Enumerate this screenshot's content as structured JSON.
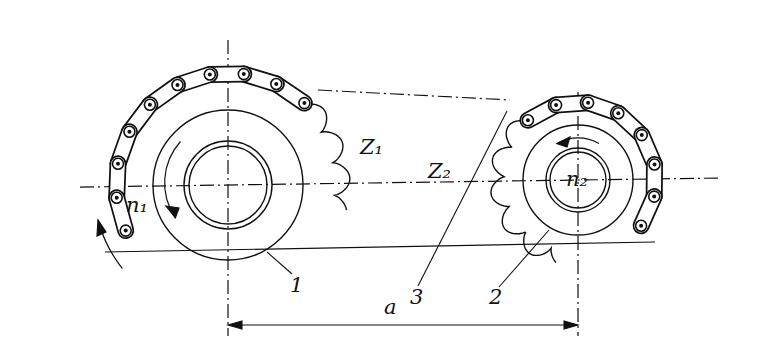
{
  "diagram": {
    "labels": [
      "Z₁",
      "Z₂",
      "n₁",
      "n₂",
      "1",
      "a",
      "3",
      "2"
    ]
  }
}
